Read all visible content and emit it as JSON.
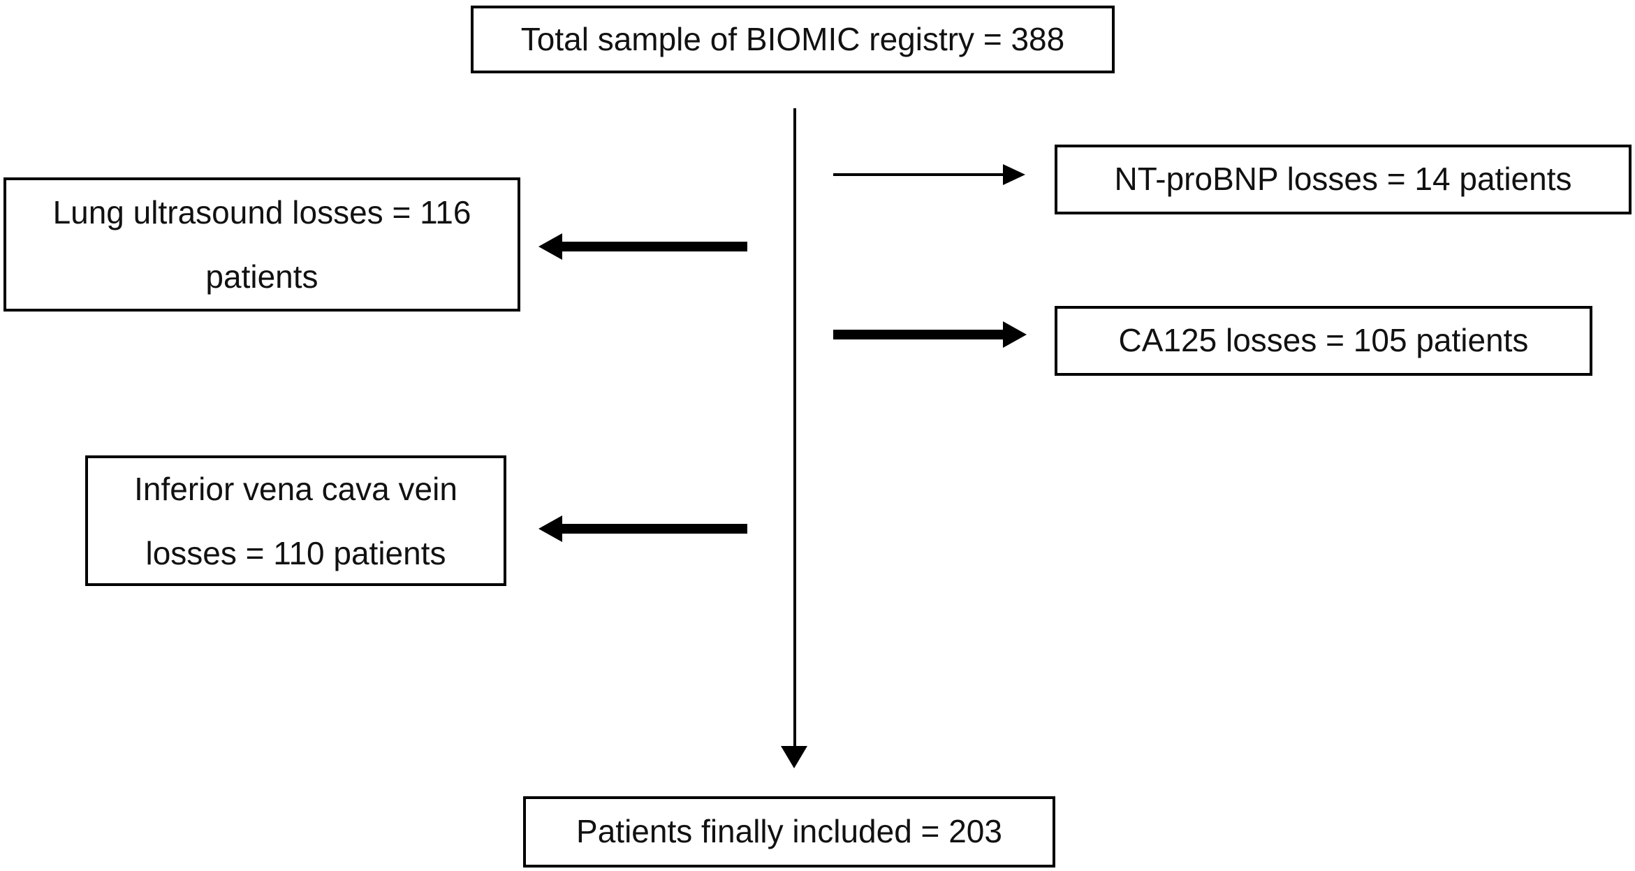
{
  "diagram": {
    "background": "#ffffff",
    "line_color": "#000000",
    "text_color": "#111111",
    "nodes": {
      "total": {
        "label": "Total sample of BIOMIC registry = 388"
      },
      "nt_probnp": {
        "label": "NT-proBNP losses = 14 patients"
      },
      "lung_ultrasound": {
        "lines": [
          "Lung ultrasound losses = 116",
          "patients"
        ]
      },
      "ca125": {
        "label": "CA125 losses = 105 patients"
      },
      "inferior_vena_cava": {
        "lines": [
          "Inferior vena cava vein",
          "losses = 110 patients"
        ]
      },
      "final_included": {
        "label": "Patients finally included = 203"
      }
    },
    "connectors": [
      {
        "from": "total",
        "to": "final_included",
        "direction": "down",
        "weight": "thin",
        "head": "solid-triangle"
      },
      {
        "from": "main-line",
        "to": "nt_probnp",
        "direction": "right",
        "weight": "thin",
        "head": "solid-triangle"
      },
      {
        "from": "main-line",
        "to": "lung_ultrasound",
        "direction": "left",
        "weight": "thick",
        "head": "solid-triangle"
      },
      {
        "from": "main-line",
        "to": "ca125",
        "direction": "right",
        "weight": "thick",
        "head": "solid-triangle"
      },
      {
        "from": "main-line",
        "to": "inferior_vena_cava",
        "direction": "left",
        "weight": "thick",
        "head": "solid-triangle"
      }
    ]
  }
}
